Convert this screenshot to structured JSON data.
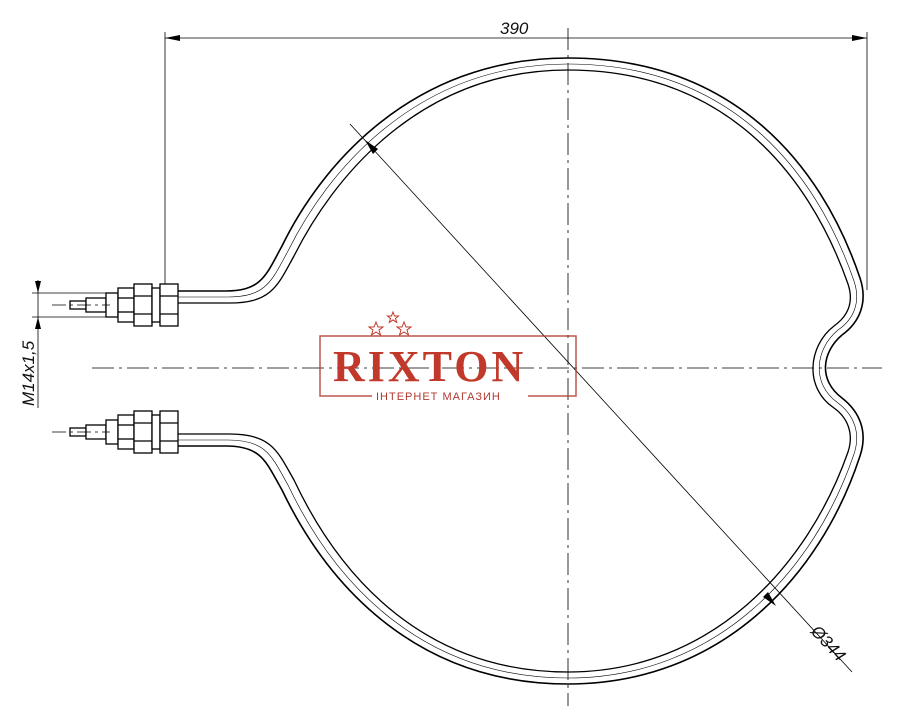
{
  "dimensions": {
    "width_label": "390",
    "diameter_label": "Ø344",
    "thread_label": "M14x1,5"
  },
  "watermark": {
    "brand": "RIXTON",
    "tagline": "ІНТЕРНЕТ МАГАЗИН",
    "brand_color": "#c0392b",
    "border_color": "#b03a2e"
  }
}
